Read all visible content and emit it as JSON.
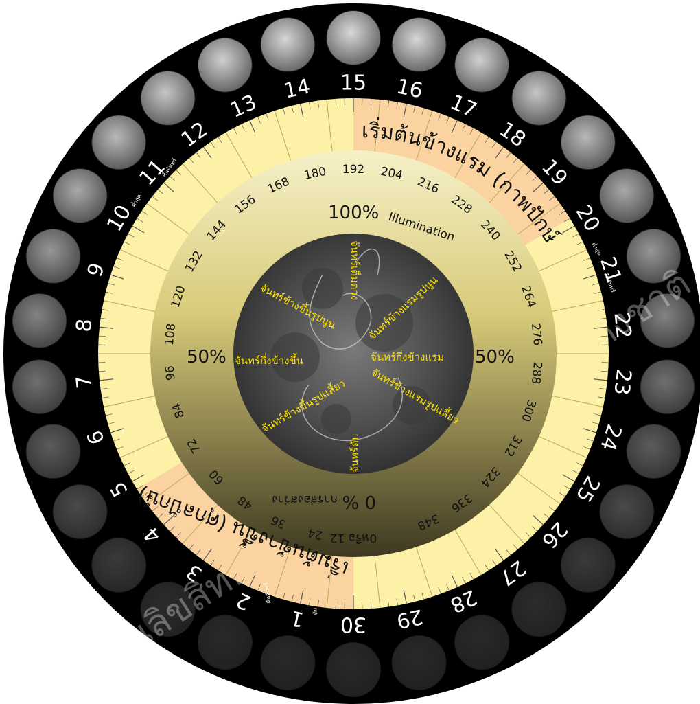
{
  "day_numbers": [
    "1",
    "2",
    "3",
    "4",
    "5",
    "6",
    "7",
    "8",
    "9",
    "10",
    "11",
    "12",
    "13",
    "14",
    "15",
    "16",
    "17",
    "18",
    "19",
    "20",
    "21",
    "22",
    "23",
    "24",
    "25",
    "26",
    "27",
    "28",
    "29",
    "30"
  ],
  "angle_labels": [
    "0หรือ 12",
    "24",
    "36",
    "48",
    "60",
    "72",
    "84",
    "96",
    "108",
    "120",
    "132",
    "144",
    "156",
    "168",
    "180",
    "192",
    "204",
    "216",
    "228",
    "240",
    "252",
    "264",
    "276",
    "288",
    "300",
    "312",
    "324",
    "336",
    "348"
  ],
  "illumination": {
    "full": "100%",
    "full_caption": "Illumination",
    "left_half": "50%",
    "right_half": "50%",
    "new": "0 %",
    "new_caption": "การส่องสว่าง"
  },
  "band_labels": {
    "waning_start": "เริ่มต้นข้างแรม (กาพปักษ์)",
    "waxing_start": "เริ่มต้นข้างขึ้น (ศุกลปักษ์)"
  },
  "moon_labels": {
    "full_moon": "จันทร์เต็มดวง",
    "new_moon": "จันทร์ดับ",
    "waxing_gibbous": "จันทร์ข้างขึ้นรูปนูน",
    "first_quarter": "จันทร์กึ่งข้างขึ้น",
    "waxing_crescent": "จันทร์ข้างขึ้นรูปเเสี้ยว",
    "waning_gibbous": "จันทร์ข้างแรมรูปนูน",
    "last_quarter": "จันทร์กึ่งข้างแรม",
    "waning_crescent": "จันทร์ข้างแรมรูปเเสี้ยว"
  },
  "small_tags": {
    "d1": "ดับ",
    "d2": "คืนจันทร์",
    "d10": "ค่ำสุด",
    "d11": "คืนจันทร์",
    "d20": "ค่ำสุด",
    "d21": "คืนจันทร์"
  },
  "watermark": "สงวนลิขสิทธิ์ สถาบันวิจัยดาราศาสตร์แห่งชาติ (องค์การมหาชน)",
  "colors": {
    "outer_ring": "#000000",
    "pale_band": "#fcf1a6",
    "accent_band": "#fbd3a0",
    "inner_band_top": "#f5efc4",
    "inner_band_bottom": "#4a4426",
    "moon_text": "#ffe600"
  }
}
